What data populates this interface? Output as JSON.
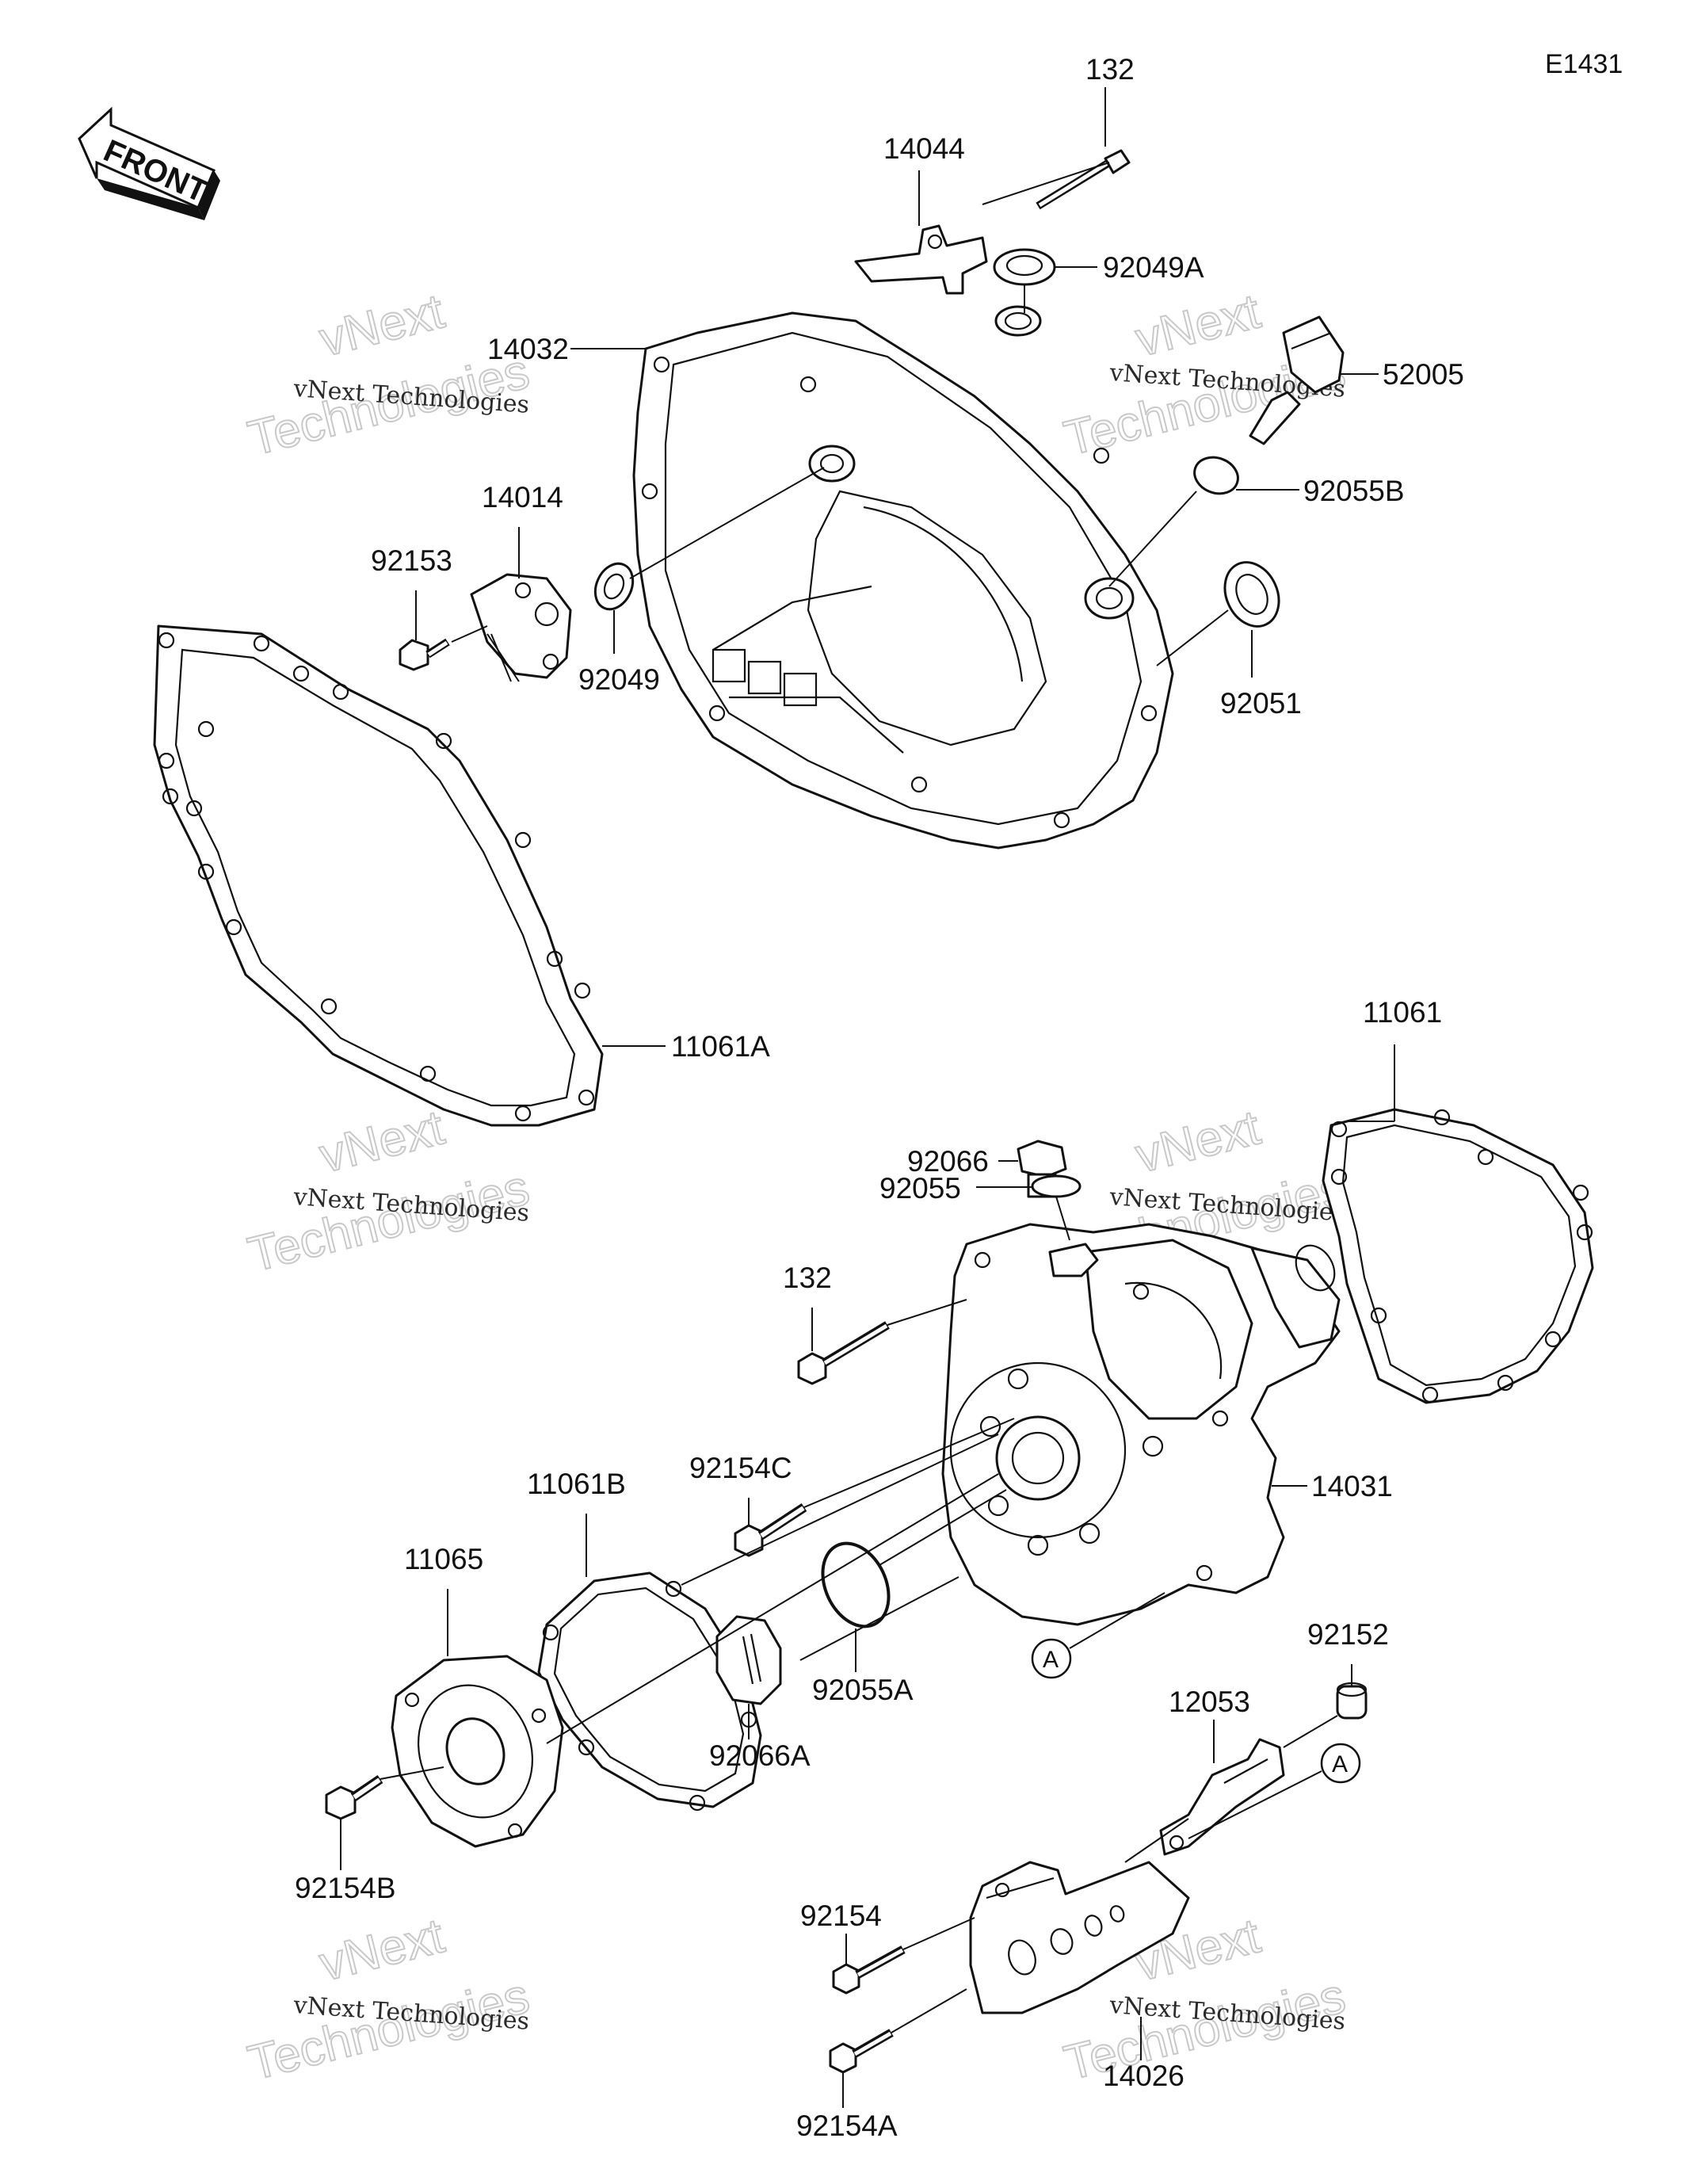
{
  "diagram": {
    "code": "E1431",
    "front_label": "FRONT",
    "reference_marker": "A",
    "watermark": {
      "line1": "vNext Technologies",
      "line2": "vNext",
      "line3": "Technologies"
    },
    "parts": [
      {
        "id": "p-132-top",
        "label": "132"
      },
      {
        "id": "p-14044",
        "label": "14044"
      },
      {
        "id": "p-92049A",
        "label": "92049A"
      },
      {
        "id": "p-14032",
        "label": "14032"
      },
      {
        "id": "p-52005",
        "label": "52005"
      },
      {
        "id": "p-92055B",
        "label": "92055B"
      },
      {
        "id": "p-14014",
        "label": "14014"
      },
      {
        "id": "p-92153",
        "label": "92153"
      },
      {
        "id": "p-92049",
        "label": "92049"
      },
      {
        "id": "p-92051",
        "label": "92051"
      },
      {
        "id": "p-11061A",
        "label": "11061A"
      },
      {
        "id": "p-11061",
        "label": "11061"
      },
      {
        "id": "p-92066",
        "label": "92066"
      },
      {
        "id": "p-92055",
        "label": "92055"
      },
      {
        "id": "p-132-mid",
        "label": "132"
      },
      {
        "id": "p-92154C",
        "label": "92154C"
      },
      {
        "id": "p-11061B",
        "label": "11061B"
      },
      {
        "id": "p-14031",
        "label": "14031"
      },
      {
        "id": "p-11065",
        "label": "11065"
      },
      {
        "id": "p-92055A",
        "label": "92055A"
      },
      {
        "id": "p-92066A",
        "label": "92066A"
      },
      {
        "id": "p-92152",
        "label": "92152"
      },
      {
        "id": "p-12053",
        "label": "12053"
      },
      {
        "id": "p-92154B",
        "label": "92154B"
      },
      {
        "id": "p-92154",
        "label": "92154"
      },
      {
        "id": "p-14026",
        "label": "14026"
      },
      {
        "id": "p-92154A",
        "label": "92154A"
      }
    ]
  }
}
